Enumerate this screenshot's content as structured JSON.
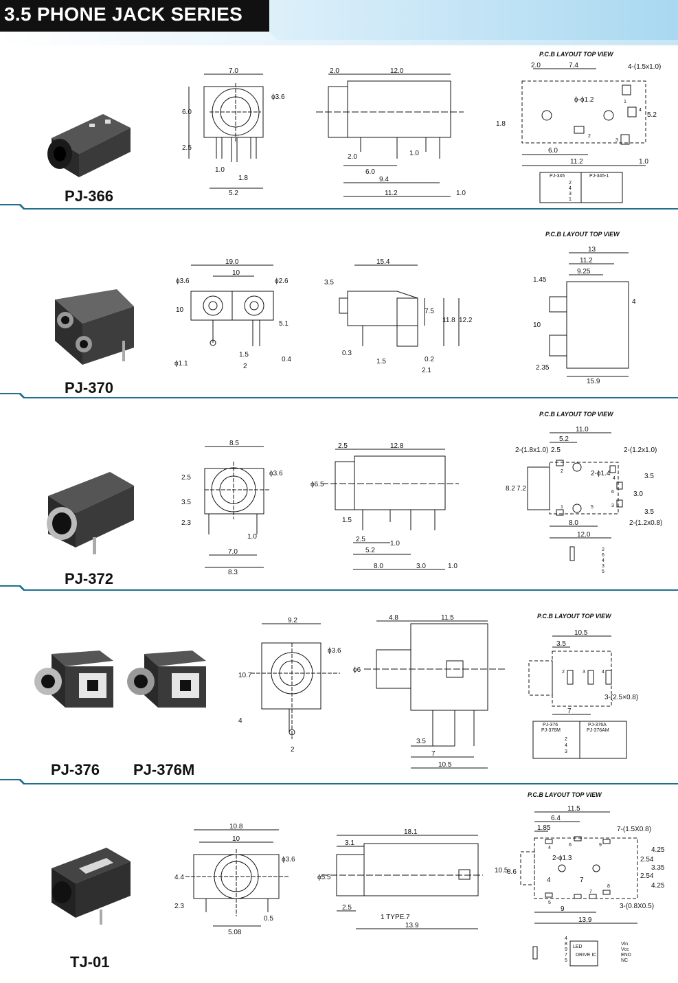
{
  "header": {
    "title": "3.5 PHONE JACK SERIES",
    "colors": {
      "title_bg": "#111111",
      "accent": "#1f6f8f",
      "band": "#a9d8f1"
    }
  },
  "pcb_label": "P.C.B LAYOUT    TOP VIEW",
  "sections": [
    {
      "models": [
        "PJ-366"
      ],
      "front_dims": [
        "7.0",
        "ϕ3.6",
        "6.0",
        "2.5",
        "1.0",
        "1.8",
        "5.2"
      ],
      "side_dims": [
        "2.0",
        "12.0",
        "2.0",
        "1.0",
        "6.0",
        "9.4",
        "11.2",
        "1.0"
      ],
      "pcb_dims": [
        "2.0",
        "7.4",
        "4-(1.5x1.0)",
        "ϕ-ϕ1.2",
        "5.2",
        "1.8",
        "6.0",
        "11.2",
        "1.0"
      ],
      "pin_numbers": [
        "1",
        "2",
        "3",
        "4"
      ],
      "variants": [
        "PJ-345",
        "PJ-345-1"
      ],
      "schematic_pins": [
        "2",
        "4",
        "3",
        "1"
      ]
    },
    {
      "models": [
        "PJ-370"
      ],
      "front_dims": [
        "19.0",
        "10",
        "ϕ3.6",
        "ϕ2.6",
        "10",
        "5.1",
        "1.5",
        "2",
        "0.4",
        "ϕ1.1"
      ],
      "side_dims": [
        "15.4",
        "3.5",
        "7.5",
        "11.8",
        "12.2",
        "0.3",
        "1.5",
        "0.2",
        "2.1"
      ],
      "pcb_dims": [
        "13",
        "11.2",
        "9.25",
        "1.45",
        "4",
        "10",
        "2.35",
        "15.9"
      ]
    },
    {
      "models": [
        "PJ-372"
      ],
      "front_dims": [
        "8.5",
        "ϕ3.6",
        "2.5",
        "3.5",
        "2.3",
        "1.0",
        "7.0",
        "8.3"
      ],
      "side_dims": [
        "2.5",
        "12.8",
        "ϕ6.5",
        "1.5",
        "2.5",
        "5.2",
        "1.0",
        "8.0",
        "3.0",
        "1.0"
      ],
      "pcb_dims": [
        "11.0",
        "5.2",
        "2-(1.8x1.0)",
        "2.5",
        "2-(1.2x1.0)",
        "2-ϕ1.4",
        "8.2",
        "7.2",
        "3.5",
        "3.0",
        "3.5",
        "8.0",
        "2-(1.2x0.8)",
        "12.0"
      ],
      "pin_numbers": [
        "1",
        "2",
        "3",
        "4",
        "5",
        "6"
      ],
      "schematic_pins": [
        "2",
        "6",
        "4",
        "3",
        "5"
      ]
    },
    {
      "models": [
        "PJ-376",
        "PJ-376M"
      ],
      "front_dims": [
        "9.2",
        "ϕ3.6",
        "10.7",
        "4",
        "2"
      ],
      "side_dims": [
        "4.8",
        "11.5",
        "ϕ6",
        "3.5",
        "7",
        "10.5"
      ],
      "pcb_dims": [
        "10.5",
        "3.5",
        "3-(2.5×0.8)",
        "7"
      ],
      "pin_numbers": [
        "2",
        "3",
        "4"
      ],
      "variants": [
        "PJ-376",
        "PJ-376A",
        "PJ-376M",
        "PJ-376AM"
      ],
      "schematic_pins": [
        "2",
        "4",
        "3"
      ]
    },
    {
      "models": [
        "TJ-01"
      ],
      "front_dims": [
        "10.8",
        "10",
        "ϕ3.6",
        "4.4",
        "2.3",
        "0.5",
        "5.08"
      ],
      "side_dims": [
        "18.1",
        "3.1",
        "ϕ5.5",
        "2.5",
        "1 TYPE.7",
        "13.9"
      ],
      "pcb_dims": [
        "11.5",
        "6.4",
        "1.85",
        "7-(1.5X0.8)",
        "2-ϕ1.3",
        "10.5",
        "8.6",
        "4",
        "7",
        "2.54",
        "2.54",
        "4.25",
        "3.35",
        "4.25",
        "3-(0.8X0.5)",
        "9",
        "13.9"
      ],
      "pin_numbers": [
        "4",
        "5",
        "6",
        "7",
        "8",
        "9"
      ],
      "schematic_pins": [
        "4",
        "8",
        "9",
        "7",
        "5"
      ],
      "led_label": "LED",
      "drive_label": "DRIVE IC",
      "outputs": [
        "Vin",
        "Vcc",
        "END",
        "NC"
      ]
    }
  ]
}
